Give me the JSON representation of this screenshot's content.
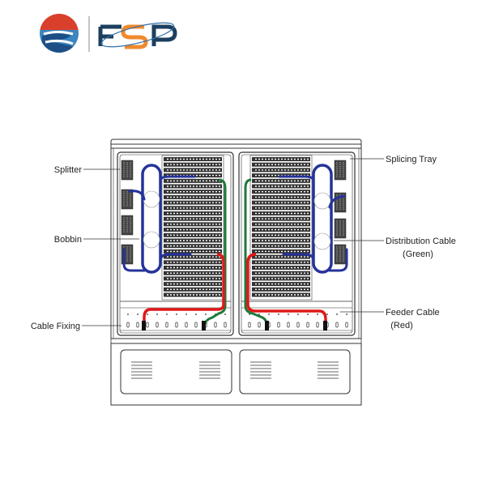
{
  "brand": {
    "name": "FSP",
    "colors": {
      "red": "#d9402b",
      "blue": "#2e6fa8",
      "navy": "#1c3f5e",
      "orange": "#f08a2e"
    }
  },
  "diagram": {
    "title": "Fiber Optic Distribution Cabinet",
    "labels": {
      "splitter": "Splitter",
      "bobbin": "Bobbin",
      "cable_fixing": "Cable Fixing",
      "splicing_tray": "Splicing Tray",
      "distribution_cable": "Distribution Cable",
      "distribution_cable_note": "(Green)",
      "feeder_cable": "Feeder Cable",
      "feeder_cable_note": "(Red)"
    },
    "cable_colors": {
      "distribution": "#1f7a3a",
      "feeder": "#e01818",
      "patch": "#25339a"
    }
  }
}
